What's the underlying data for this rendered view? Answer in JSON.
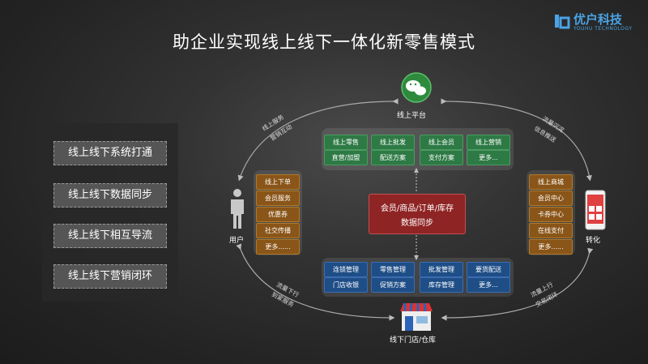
{
  "title": "助企业实现线上线下一体化新零售模式",
  "logo": {
    "name": "优户科技",
    "sub": "YOUHU TECHNOLOGY"
  },
  "left_items": [
    "线上线下系统打通",
    "线上线下数据同步",
    "线上线下相互导流",
    "线上线下营销闭环"
  ],
  "nodes": {
    "top": "线上平台",
    "left": "用户",
    "right": "转化",
    "bottom": "线下门店/仓库"
  },
  "green_buttons": [
    "线上零售",
    "线上批发",
    "线上会员",
    "线上营销",
    "直营/加盟",
    "配送方案",
    "支付方案",
    "更多..."
  ],
  "blue_buttons": [
    "连锁管理",
    "零售管理",
    "批发管理",
    "要货配送",
    "门店收银",
    "促销方案",
    "库存管理",
    "更多..."
  ],
  "left_orange": [
    "线上下单",
    "会员服务",
    "优惠券",
    "社交传播",
    "更多......"
  ],
  "right_orange": [
    "线上商城",
    "会员中心",
    "卡券中心",
    "在线支付",
    "更多......"
  ],
  "center": {
    "line1": "会员/商品/订单/库存",
    "line2": "数据同步"
  },
  "arrow_labels": {
    "tl_1": "线上服务",
    "tl_2": "营销互动",
    "tr_1": "流量沉淀",
    "tr_2": "信息推送",
    "bl_1": "流量下行",
    "bl_2": "到家服务",
    "br_1": "流量上行",
    "br_2": "交易闭环"
  }
}
